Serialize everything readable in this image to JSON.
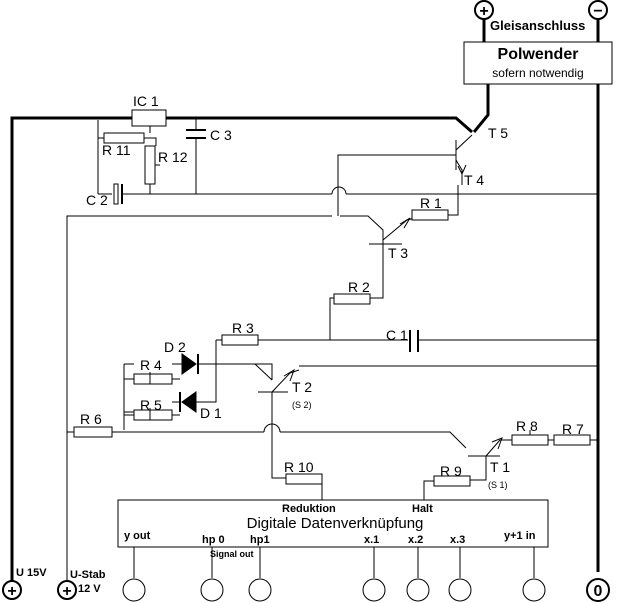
{
  "labels": {
    "track_connection": "Gleisanschluss",
    "reverser_title": "Polwender",
    "reverser_sub": "sofern notwendig",
    "ic1": "IC 1",
    "r11": "R 11",
    "r12": "R 12",
    "c3": "C 3",
    "c2": "C 2",
    "t5": "T 5",
    "t4": "T 4",
    "r1": "R 1",
    "t3": "T 3",
    "r2": "R 2",
    "r3": "R 3",
    "c1": "C 1",
    "d2": "D 2",
    "r4": "R 4",
    "r5": "R 5",
    "d1": "D 1",
    "t2": "T 2",
    "s2": "(S 2)",
    "r6": "R 6",
    "r8": "R 8",
    "r7": "R 7",
    "t1": "T 1",
    "s1": "(S 1)",
    "r10": "R 10",
    "r9": "R 9",
    "reduktion": "Reduktion",
    "halt": "Halt",
    "logic_block": "Digitale Datenverknüpfung",
    "y_out": "y out",
    "hp0": "hp 0",
    "hp1": "hp1",
    "x1": "x.1",
    "x2": "x.2",
    "x3": "x.3",
    "y1_in": "y+1 in",
    "signal_out": "Signal out",
    "u15": "U 15V",
    "ustab": "U-Stab",
    "v12": "12 V",
    "zero": "0",
    "plus": "+",
    "minus": "−"
  }
}
